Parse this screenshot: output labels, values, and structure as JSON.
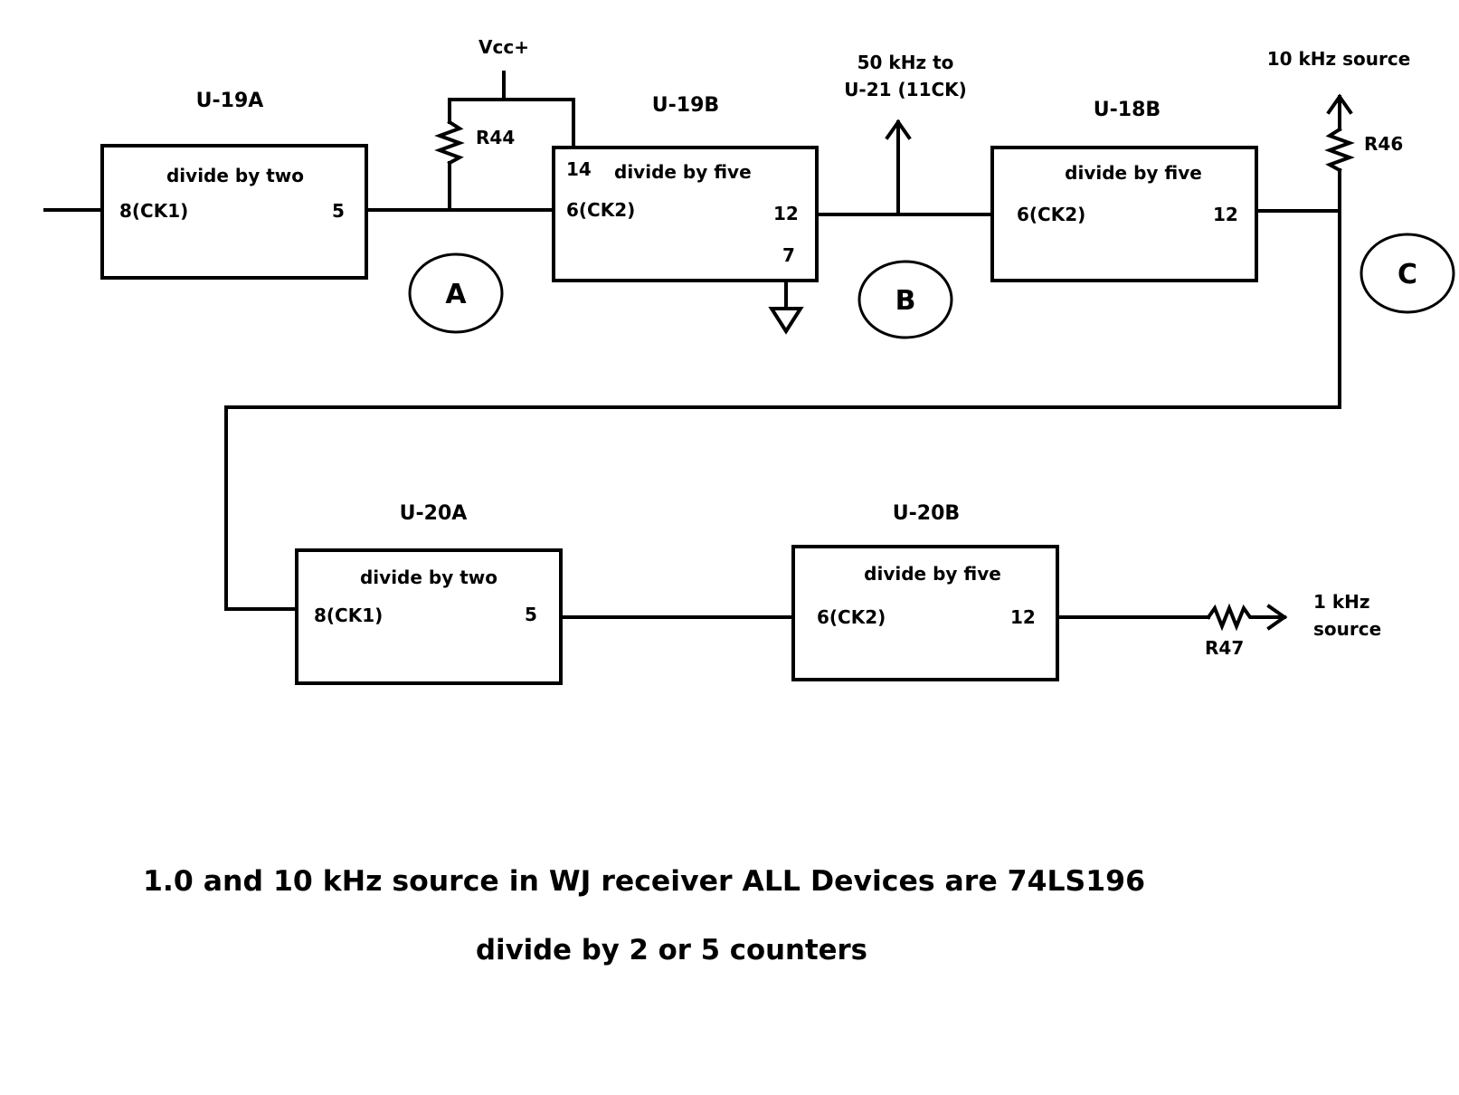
{
  "diagram": {
    "blocks": [
      {
        "id": "u19a",
        "name": "U-19A",
        "function": "divide by two",
        "in_pin": "8(CK1)",
        "out_pin": "5"
      },
      {
        "id": "u19b",
        "name": "U-19B",
        "function": "divide by five",
        "in_pin": "6(CK2)",
        "out_pin": "12",
        "extra_pins": [
          "14",
          "7"
        ]
      },
      {
        "id": "u18b",
        "name": "U-18B",
        "function": "divide by five",
        "in_pin": "6(CK2)",
        "out_pin": "12"
      },
      {
        "id": "u20a",
        "name": "U-20A",
        "function": "divide by two",
        "in_pin": "8(CK1)",
        "out_pin": "5"
      },
      {
        "id": "u20b",
        "name": "U-20B",
        "function": "divide by five",
        "in_pin": "6(CK2)",
        "out_pin": "12"
      }
    ],
    "test_points": [
      "A",
      "B",
      "C"
    ],
    "resistors": [
      "R44",
      "R46",
      "R47"
    ],
    "supply": "Vcc+",
    "outputs": {
      "fifty_khz_line1": "50 kHz to",
      "fifty_khz_line2": "U-21 (11CK)",
      "ten_khz": "10 kHz source",
      "one_khz_line1": "1 kHz",
      "one_khz_line2": "source"
    },
    "caption_line1": "1.0 and 10 kHz source in WJ receiver ALL Devices are 74LS196",
    "caption_line2": "divide by 2 or 5 counters"
  }
}
